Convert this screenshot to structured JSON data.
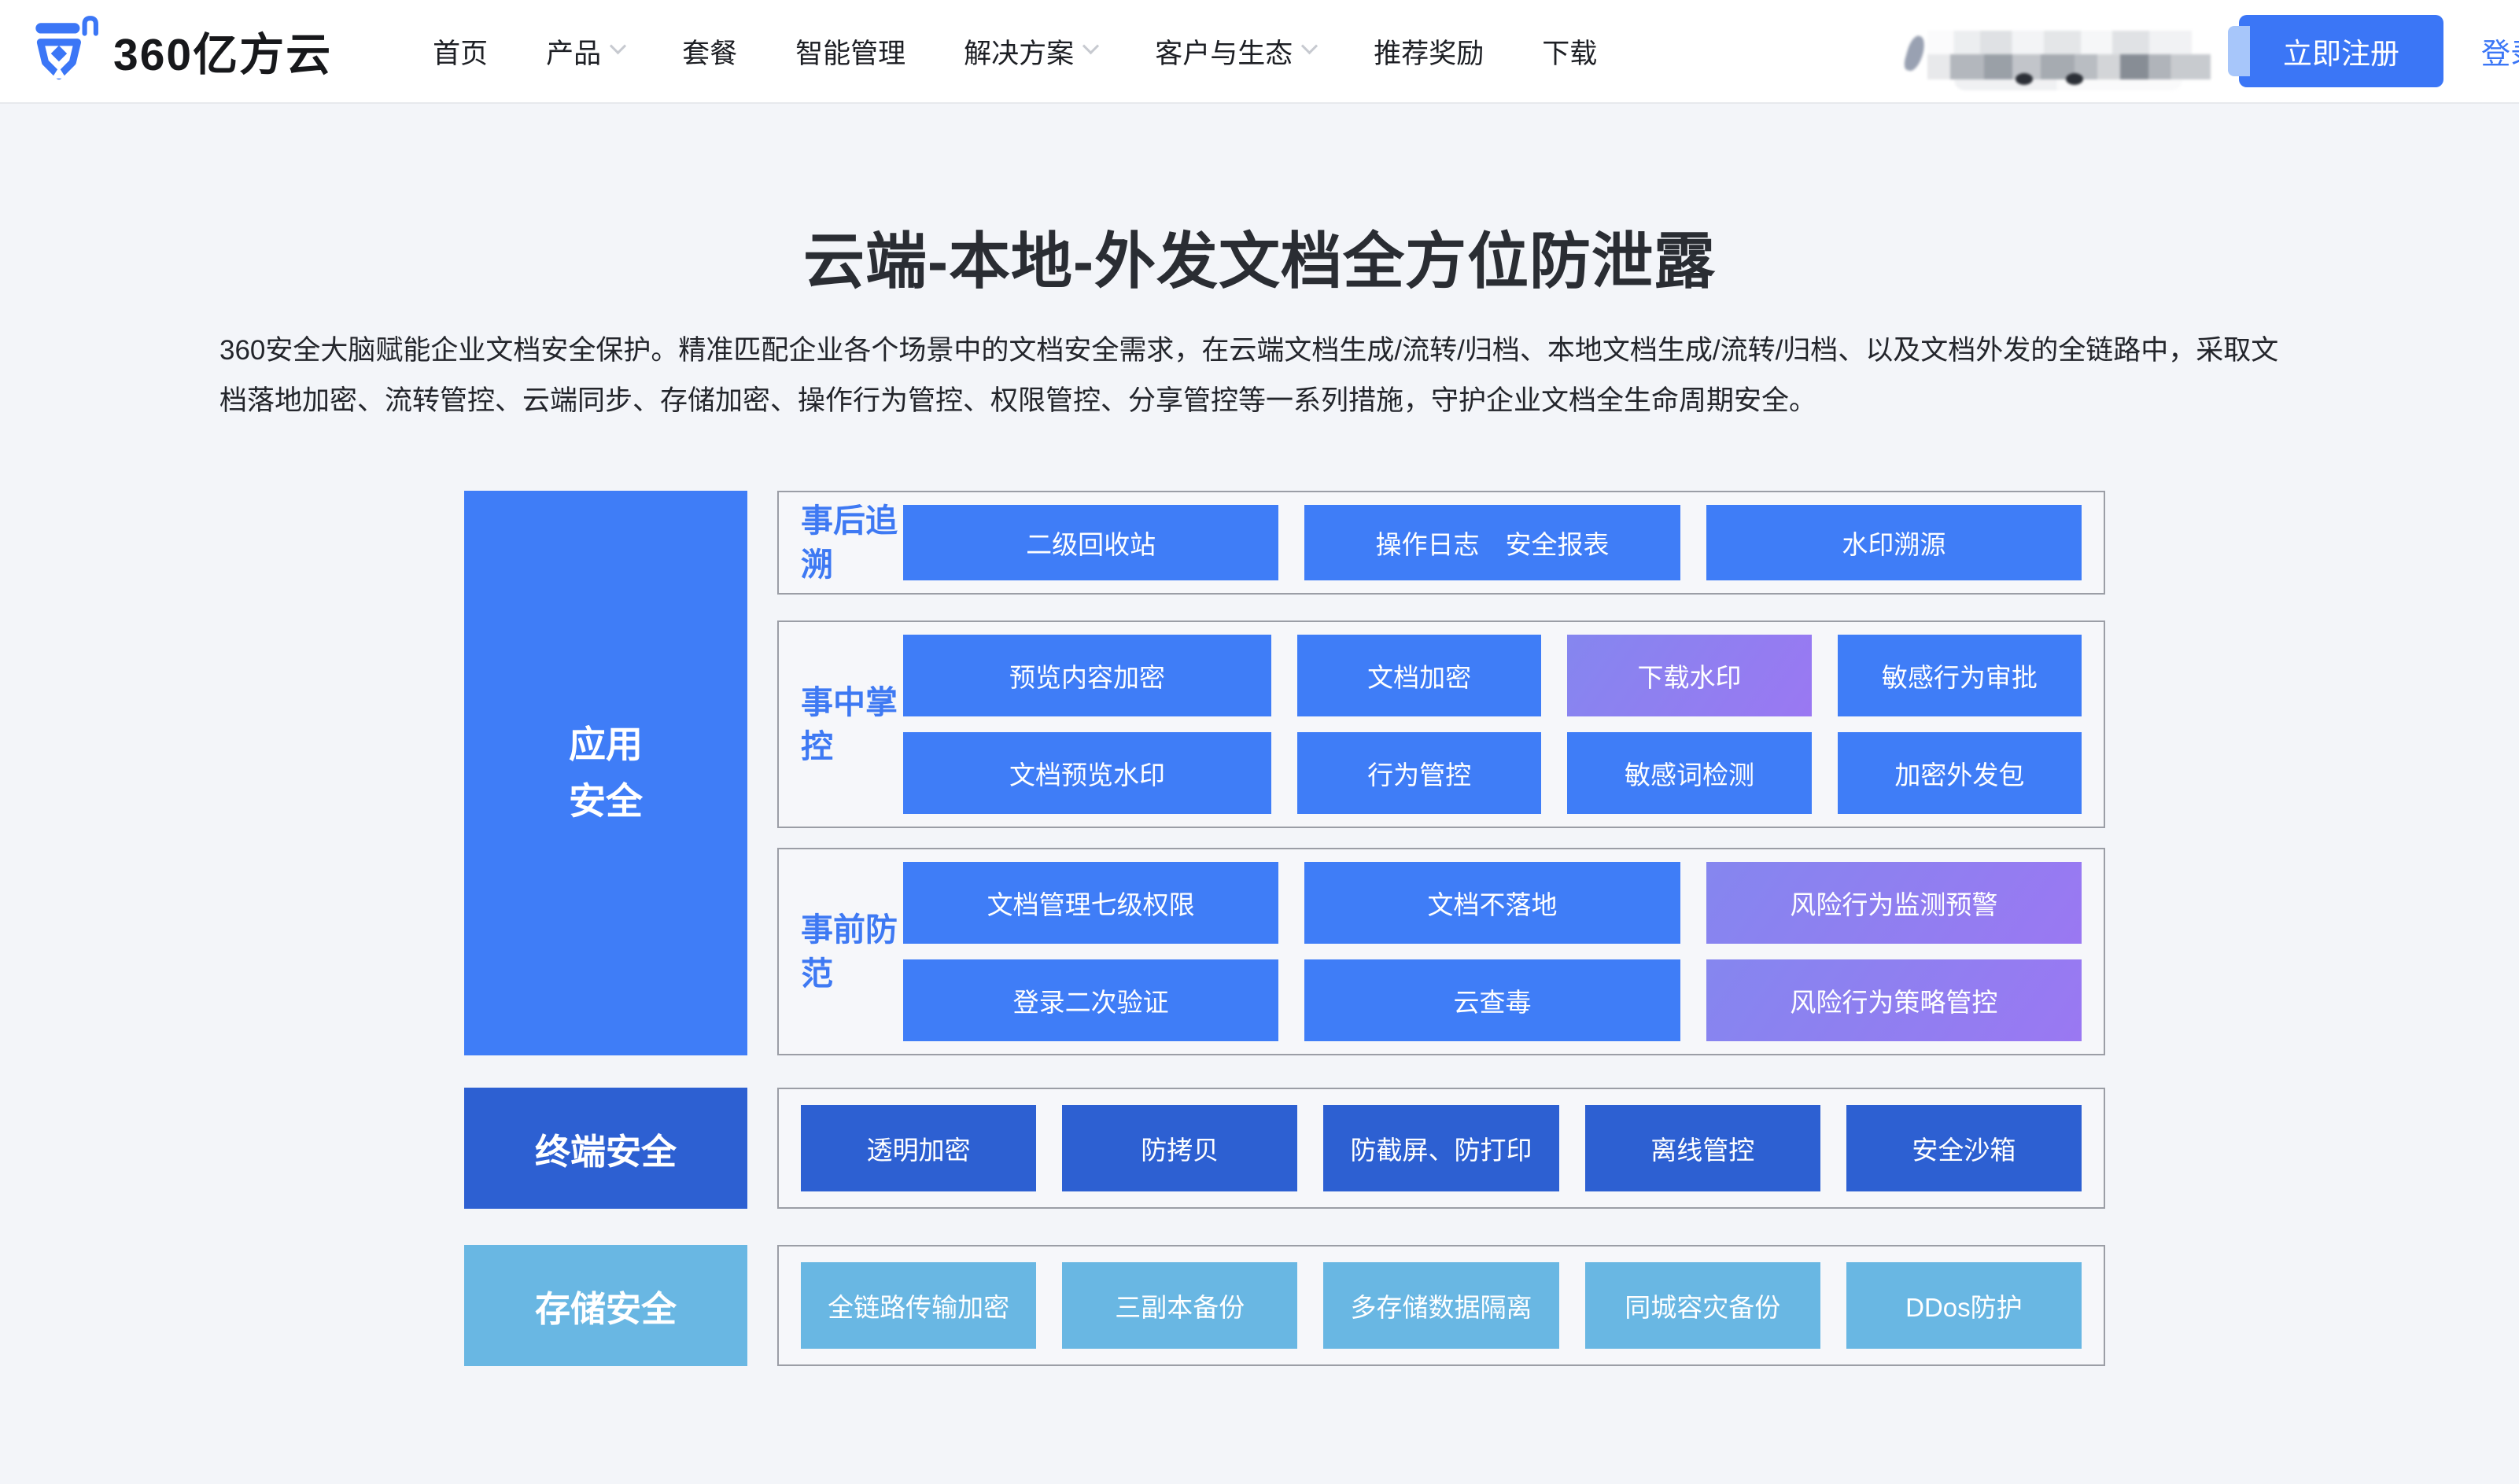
{
  "brand": {
    "name": "360亿方云"
  },
  "nav": {
    "items": [
      {
        "label": "首页",
        "has_dropdown": false
      },
      {
        "label": "产品",
        "has_dropdown": true
      },
      {
        "label": "套餐",
        "has_dropdown": false
      },
      {
        "label": "智能管理",
        "has_dropdown": false
      },
      {
        "label": "解决方案",
        "has_dropdown": true
      },
      {
        "label": "客户与生态",
        "has_dropdown": true
      },
      {
        "label": "推荐奖励",
        "has_dropdown": false
      },
      {
        "label": "下载",
        "has_dropdown": false
      }
    ],
    "register_label": "立即注册",
    "login_label": "登录",
    "phone_blurred": true
  },
  "hero": {
    "title": "云端-本地-外发文档全方位防泄露",
    "description": "360安全大脑赋能企业文档安全保护。精准匹配企业各个场景中的文档安全需求，在云端文档生成/流转/归档、本地文档生成/流转/归档、以及文档外发的全链路中，采取文档落地加密、流转管控、云端同步、存储加密、操作行为管控、权限管控、分享管控等一系列措施，守护企业文档全生命周期安全。"
  },
  "diagram": {
    "categories": [
      {
        "label": "应用安全"
      },
      {
        "label": "终端安全"
      },
      {
        "label": "存储安全"
      }
    ],
    "groups": [
      {
        "label": "事后追溯",
        "rows": [
          [
            "二级回收站",
            "操作日志　安全报表",
            "水印溯源"
          ]
        ]
      },
      {
        "label": "事中掌控",
        "rows": [
          [
            "预览内容加密",
            "文档加密",
            "下载水印",
            "敏感行为审批"
          ],
          [
            "文档预览水印",
            "行为管控",
            "敏感词检测",
            "加密外发包"
          ]
        ]
      },
      {
        "label": "事前防范",
        "rows": [
          [
            "文档管理七级权限",
            "文档不落地",
            "风险行为监测预警"
          ],
          [
            "登录二次验证",
            "云查毒",
            "风险行为策略管控"
          ]
        ]
      },
      {
        "label": null,
        "rows": [
          [
            "透明加密",
            "防拷贝",
            "防截屏、防打印",
            "离线管控",
            "安全沙箱"
          ]
        ]
      },
      {
        "label": null,
        "rows": [
          [
            "全链路传输加密",
            "三副本备份",
            "多存储数据隔离",
            "同城容灾备份",
            "DDos防护"
          ]
        ]
      }
    ]
  },
  "colors": {
    "primary_blue": "#3F7DF7",
    "dark_blue": "#2D60D2",
    "light_blue": "#69B7E3",
    "purple_gradient": [
      "#8586EF",
      "#9A78F2"
    ],
    "button_blue": "#3B76F6",
    "link_blue": "#3B76F6",
    "label_blue": "#3E79F3",
    "page_background": "#F3F5F9",
    "nav_background": "#FFFFFF",
    "group_border": "#9B9EA6",
    "heading_text": "#2A2D33"
  }
}
